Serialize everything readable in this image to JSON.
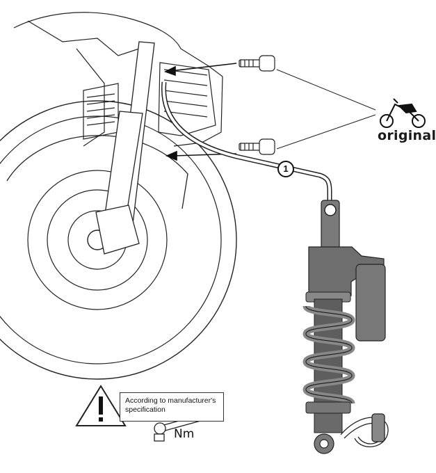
{
  "labels": {
    "original": "original",
    "callout": "1",
    "warning_text": "According to manufacturer's specification",
    "torque_unit": "Nm"
  },
  "icons": {
    "motorcycle": "motorcycle-icon",
    "warning": "warning-triangle-icon",
    "torque_wrench": "torque-wrench-icon"
  },
  "colors": {
    "line": "#1a1a1a",
    "shock_body": "#6e6e6e",
    "shock_spring": "#888888"
  }
}
